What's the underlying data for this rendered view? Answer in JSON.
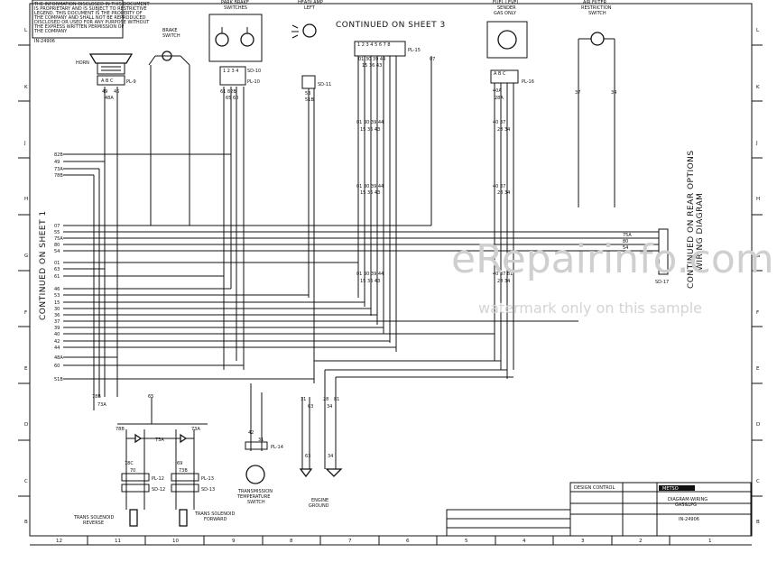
{
  "warning_block": {
    "lines": [
      "THE INFORMATION DISCLOSED IN THIS DOCUMENT",
      "IS PROPRIETARY AND IS SUBJECT TO RESTRICTIVE",
      "LEGEND. THIS DOCUMENT IS THE PROPERTY OF",
      "THE COMPANY AND SHALL NOT BE REPRODUCED",
      "DISCLOSED OR USED FOR ANY PURPOSE WITHOUT",
      "THE EXPRESS WRITTEN PERMISSION OF",
      "THE COMPANY"
    ],
    "doc_no": "IN-24906"
  },
  "components": {
    "horn": "HORN",
    "brake_switch": [
      "BRAKE",
      "SWITCH"
    ],
    "park_brake": [
      "PARK BRAKE",
      "SWITCHES"
    ],
    "headlamp": [
      "HEADLAMP",
      "LEFT"
    ],
    "fuel_sender": [
      "FUEL LEVEL",
      "SENDER",
      "GAS ONLY"
    ],
    "air_filter": [
      "AIR FILTER",
      "RESTRICTION",
      "SWITCH"
    ],
    "trans_temp": [
      "TRANSMISSION",
      "TEMPERATURE",
      "SWITCH"
    ],
    "engine_ground": [
      "ENGINE",
      "GROUND"
    ],
    "trans_reverse": [
      "TRANS SOLENOID",
      "REVERSE"
    ],
    "trans_forward": [
      "TRANS SOLENOID",
      "FORWARD"
    ]
  },
  "connectors": {
    "pl9": "PL-9",
    "pl10": "PL-10",
    "sd10": "SD-10",
    "sd11": "SD-11",
    "pl15": "PL-15",
    "pl16": "PL-16",
    "pl14": "PL-14",
    "pl12": "PL-12",
    "sd12": "SD-12",
    "pl13": "PL-13",
    "sd13": "SD-13",
    "sd17": "SD-17"
  },
  "continued": {
    "sheet3": "CONTINUED ON SHEET 3",
    "sheet1": "CONTINUED ON SHEET 1",
    "rear": [
      "CONTINUED ON REAR OPTIONS",
      "WIRING DIAGRAM"
    ]
  },
  "wires": {
    "left_bus": [
      "07",
      "55",
      "75A",
      "80",
      "54",
      "01",
      "63",
      "61",
      "46",
      "53",
      "15",
      "30",
      "36",
      "37",
      "39",
      "40",
      "42",
      "44",
      "48A",
      "60",
      "51B"
    ],
    "top_left": [
      "82B",
      "49",
      "73A",
      "78B"
    ],
    "mid_stack": [
      "01",
      "30",
      "15",
      "36",
      "39",
      "43"
    ],
    "sd17_stack": [
      "75A",
      "80",
      "54"
    ]
  },
  "frame": {
    "bottom_cols": [
      "12",
      "11",
      "10",
      "9",
      "8",
      "7",
      "6",
      "5",
      "4",
      "3",
      "2",
      "1"
    ],
    "side_rows": [
      "L",
      "K",
      "J",
      "H",
      "G",
      "F",
      "E",
      "D",
      "C",
      "B"
    ]
  },
  "title_block": {
    "company": "METSO",
    "title": [
      "DIAGRAM-WIRING",
      "GAS&LPG"
    ],
    "dwg_no": "IN-24906",
    "design_control": "DESIGN CONTROL"
  },
  "watermark": {
    "main": "eRepairinfo.com",
    "sub": "watermark only on this sample"
  }
}
